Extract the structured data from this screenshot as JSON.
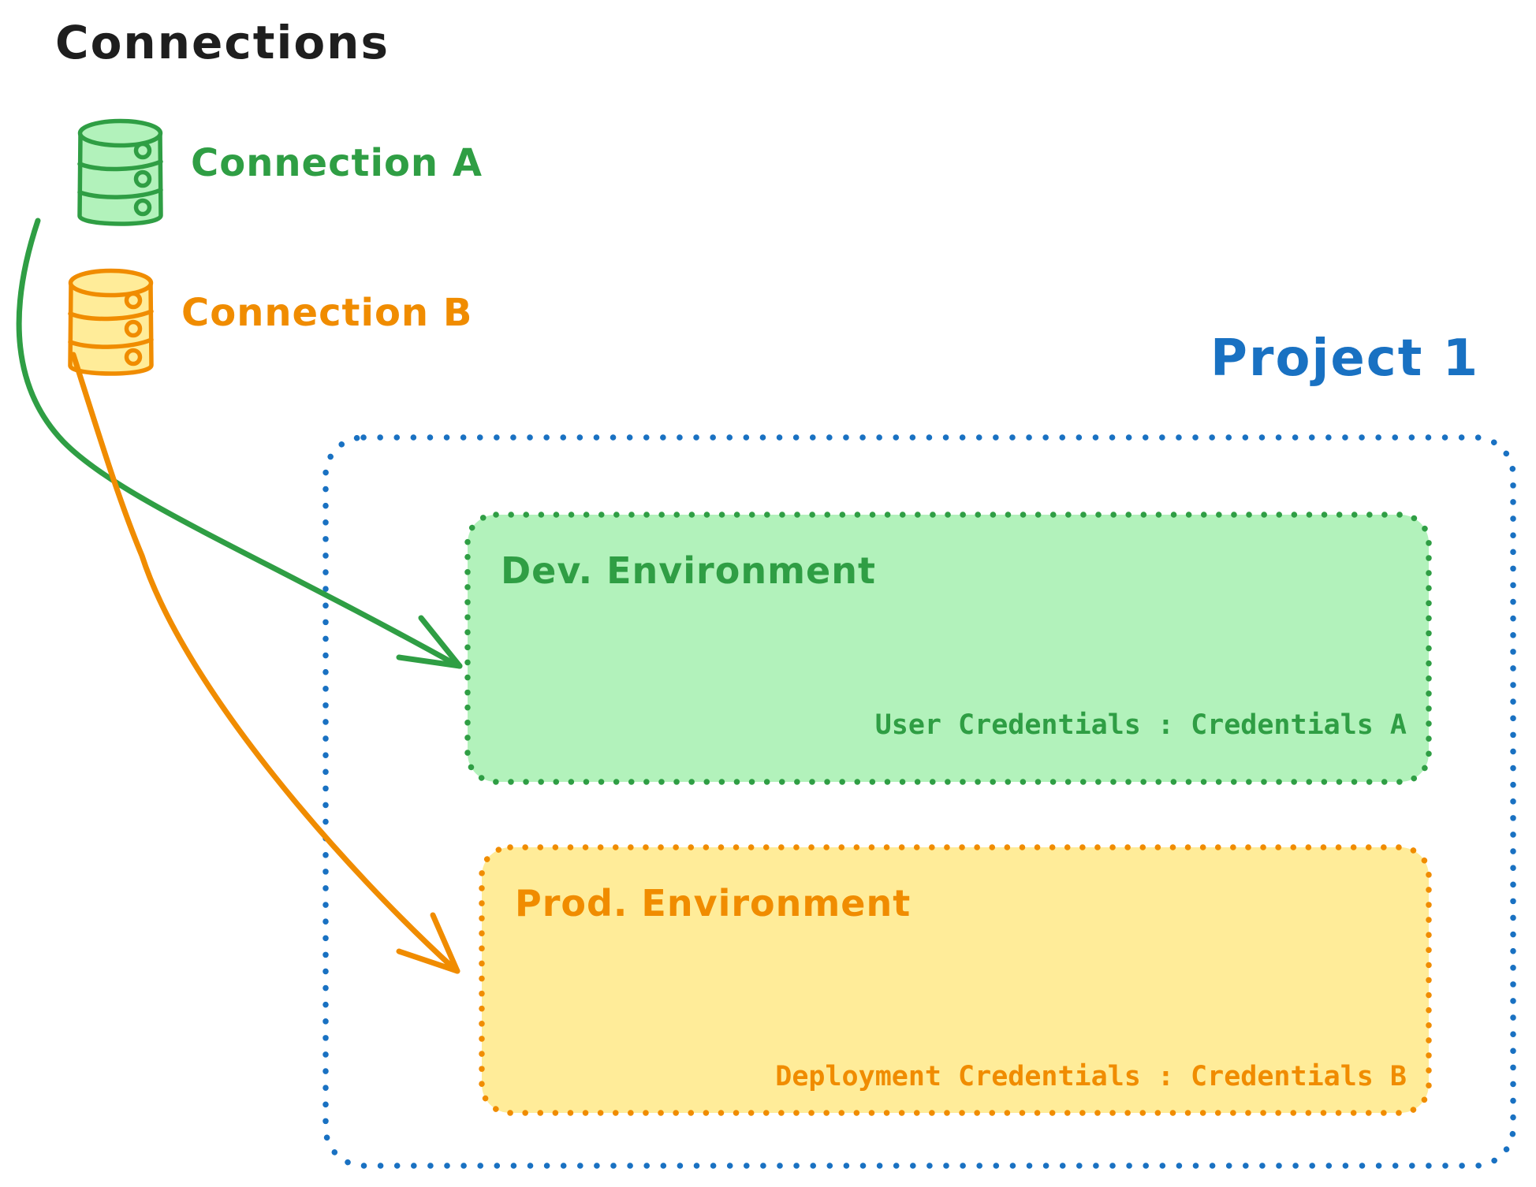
{
  "title": "Connections",
  "connections": [
    {
      "label": "Connection A"
    },
    {
      "label": "Connection B"
    }
  ],
  "project": {
    "label": "Project 1",
    "environments": [
      {
        "name": "Dev. Environment",
        "credentials": "User Credentials : Credentials A"
      },
      {
        "name": "Prod. Environment",
        "credentials": "Deployment Credentials : Credentials B"
      }
    ]
  },
  "icons": [
    {
      "name": "database-icon-connection-a"
    },
    {
      "name": "database-icon-connection-b"
    }
  ],
  "colors": {
    "title_text": "#1e1e1e",
    "connection_a_stroke": "#2f9e44",
    "connection_a_fill": "#b2f2bb",
    "connection_b_stroke": "#f08c00",
    "connection_b_fill": "#ffec99",
    "project_stroke": "#1971c2"
  }
}
